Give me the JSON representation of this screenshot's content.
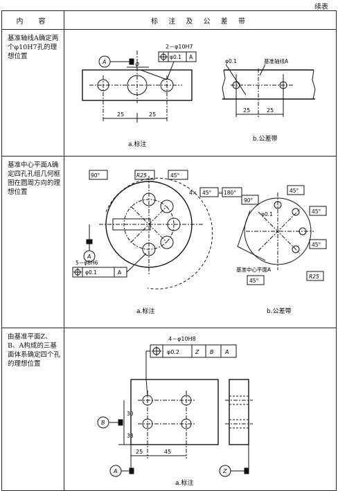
{
  "header": {
    "continued": "续表",
    "col_content": "内　容",
    "col_annot": "标 注 及 公 差 带"
  },
  "rows": [
    {
      "desc": "基准轴线A确定两个φ10H7孔的理想位置",
      "a": {
        "callout": "2－φ10H7",
        "tol": "φ0.1",
        "datum": "A",
        "datum_label": "A",
        "phi": "φ",
        "dim1": "25",
        "dim2": "25",
        "caption": "a.标注"
      },
      "b": {
        "tol": "φ0.1",
        "axis_label": "基准轴线A",
        "dim1": "25",
        "dim2": "25",
        "caption": "b.公差带"
      }
    },
    {
      "desc": "基准中心平面A确定四孔孔组几何框图在圆周方向的理想位置",
      "a": {
        "ang90": "90°",
        "r": "R25",
        "ang45": "45°",
        "times": "4×",
        "ang45b": "45°",
        "eq": "=",
        "ang180": "180°",
        "datum": "A",
        "callout": "5－φ8H6",
        "tol": "φ0.1",
        "dref": "A",
        "caption": "a.标注"
      },
      "b": {
        "ang90": "90°",
        "tol": "φ0.1",
        "a45_1": "45°",
        "a45_2": "45°",
        "a45_3": "45°",
        "a45_4": "45°",
        "plane_label": "基准中心平面A",
        "r": "R25",
        "caption": "b.公差带"
      }
    },
    {
      "desc": "由基准平面Z、B、A构成的三基面体系确定四个孔的理想位置",
      "a": {
        "callout": "4－φ10H8",
        "tol": "φ0.2",
        "z": "Z",
        "b": "B",
        "a": "A",
        "d30": "30",
        "d38": "38",
        "d25": "25",
        "d45": "45",
        "datum_b": "B",
        "datum_a": "A",
        "datum_z": "Z",
        "caption": "a.标注"
      }
    }
  ]
}
